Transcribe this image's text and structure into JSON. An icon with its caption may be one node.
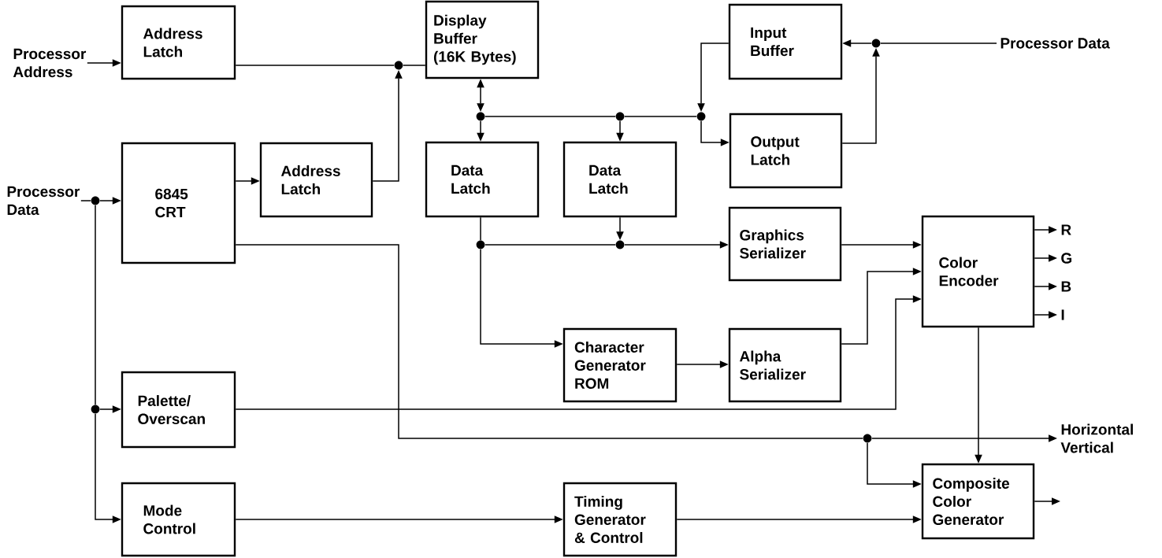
{
  "diagram": {
    "nodes": [
      {
        "text": [
          "Address Latch"
        ]
      },
      {
        "text": [
          "Display Buffer",
          "(16K Bytes)"
        ]
      },
      {
        "text": [
          "Input Buffer"
        ]
      },
      {
        "text": [
          "6845 CRT"
        ]
      },
      {
        "text": [
          "Address Latch"
        ]
      },
      {
        "text": [
          "Data Latch"
        ]
      },
      {
        "text": [
          "Data Latch"
        ]
      },
      {
        "text": [
          "Output Latch"
        ]
      },
      {
        "text": [
          "Graphics Serializer"
        ]
      },
      {
        "text": [
          "Color Encoder"
        ]
      },
      {
        "text": [
          "Character Generator ROM"
        ]
      },
      {
        "text": [
          "Alpha Serializer"
        ]
      },
      {
        "text": [
          "Palette/ Overscan"
        ]
      },
      {
        "text": [
          "Composite Color Generator"
        ]
      },
      {
        "text": [
          "Mode Control"
        ]
      },
      {
        "text": [
          "Timing Generator & Control"
        ]
      },
      {
        "text": [
          "Processor Address"
        ]
      },
      {
        "text": [
          "Processor Data"
        ]
      },
      {
        "text": [
          "Processor Data"
        ]
      },
      {
        "text": [
          "R"
        ]
      },
      {
        "text": [
          "G"
        ]
      },
      {
        "text": [
          "B"
        ]
      },
      {
        "text": [
          "I"
        ]
      },
      {
        "text": [
          "Horizontal Vertical"
        ]
      },
      {
        "text": [],
        "shape": "circle"
      },
      {
        "text": [],
        "shape": "circle"
      },
      {
        "text": [],
        "shape": "circle"
      },
      {
        "text": [],
        "shape": "circle"
      },
      {
        "text": [],
        "shape": "circle"
      },
      {
        "text": [],
        "shape": "circle"
      },
      {
        "text": [],
        "shape": "circle"
      },
      {
        "text": [],
        "shape": "circle"
      },
      {
        "text": [],
        "shape": "circle"
      },
      {
        "text": [],
        "shape": "circle"
      }
    ],
    "edges": [
      {
        "from": 16,
        "to": 0,
        "arrow": "to"
      },
      {
        "from": 0,
        "to": 24,
        "arrow": "none"
      },
      {
        "from": 4,
        "to": 24,
        "arrow": "to"
      },
      {
        "from": 24,
        "to": 1,
        "arrow": "none"
      },
      {
        "from": 1,
        "to": 25,
        "arrow": "both"
      },
      {
        "from": 25,
        "to": 5,
        "arrow": "to"
      },
      {
        "from": 25,
        "to": 26,
        "arrow": "none"
      },
      {
        "from": 26,
        "to": 6,
        "arrow": "to"
      },
      {
        "from": 26,
        "to": 27,
        "arrow": "none"
      },
      {
        "from": 2,
        "to": 27,
        "arrow": "to"
      },
      {
        "from": 27,
        "to": 7,
        "arrow": "to"
      },
      {
        "from": 17,
        "to": 28,
        "arrow": "none"
      },
      {
        "from": 28,
        "to": 2,
        "arrow": "to"
      },
      {
        "from": 7,
        "to": 28,
        "arrow": "to"
      },
      {
        "from": 18,
        "to": 29,
        "arrow": "none"
      },
      {
        "from": 29,
        "to": 3,
        "arrow": "to"
      },
      {
        "from": 29,
        "to": 30,
        "arrow": "none"
      },
      {
        "from": 30,
        "to": 12,
        "arrow": "to"
      },
      {
        "from": 30,
        "to": 14,
        "arrow": "to"
      },
      {
        "from": 3,
        "to": 4,
        "arrow": "to"
      },
      {
        "from": 3,
        "to": 33,
        "arrow": "none"
      },
      {
        "from": 33,
        "to": 23,
        "arrow": "to"
      },
      {
        "from": 33,
        "to": 13,
        "arrow": "to"
      },
      {
        "from": 5,
        "to": 31,
        "arrow": "none"
      },
      {
        "from": 31,
        "to": 32,
        "arrow": "none"
      },
      {
        "from": 32,
        "to": 8,
        "arrow": "to"
      },
      {
        "from": 6,
        "to": 32,
        "arrow": "to"
      },
      {
        "from": 31,
        "to": 10,
        "arrow": "to"
      },
      {
        "from": 10,
        "to": 11,
        "arrow": "to"
      },
      {
        "from": 8,
        "to": 9,
        "arrow": "to"
      },
      {
        "from": 11,
        "to": 9,
        "arrow": "to"
      },
      {
        "from": 12,
        "to": 9,
        "arrow": "to"
      },
      {
        "from": 9,
        "to": 19,
        "arrow": "to"
      },
      {
        "from": 9,
        "to": 20,
        "arrow": "to"
      },
      {
        "from": 9,
        "to": 21,
        "arrow": "to"
      },
      {
        "from": 9,
        "to": 22,
        "arrow": "to"
      },
      {
        "from": 9,
        "to": 13,
        "arrow": "to"
      },
      {
        "from": 14,
        "to": 15,
        "arrow": "to"
      },
      {
        "from": 15,
        "to": 13,
        "arrow": "to"
      },
      {
        "from": 13,
        "to": null,
        "arrow": "to"
      }
    ]
  }
}
